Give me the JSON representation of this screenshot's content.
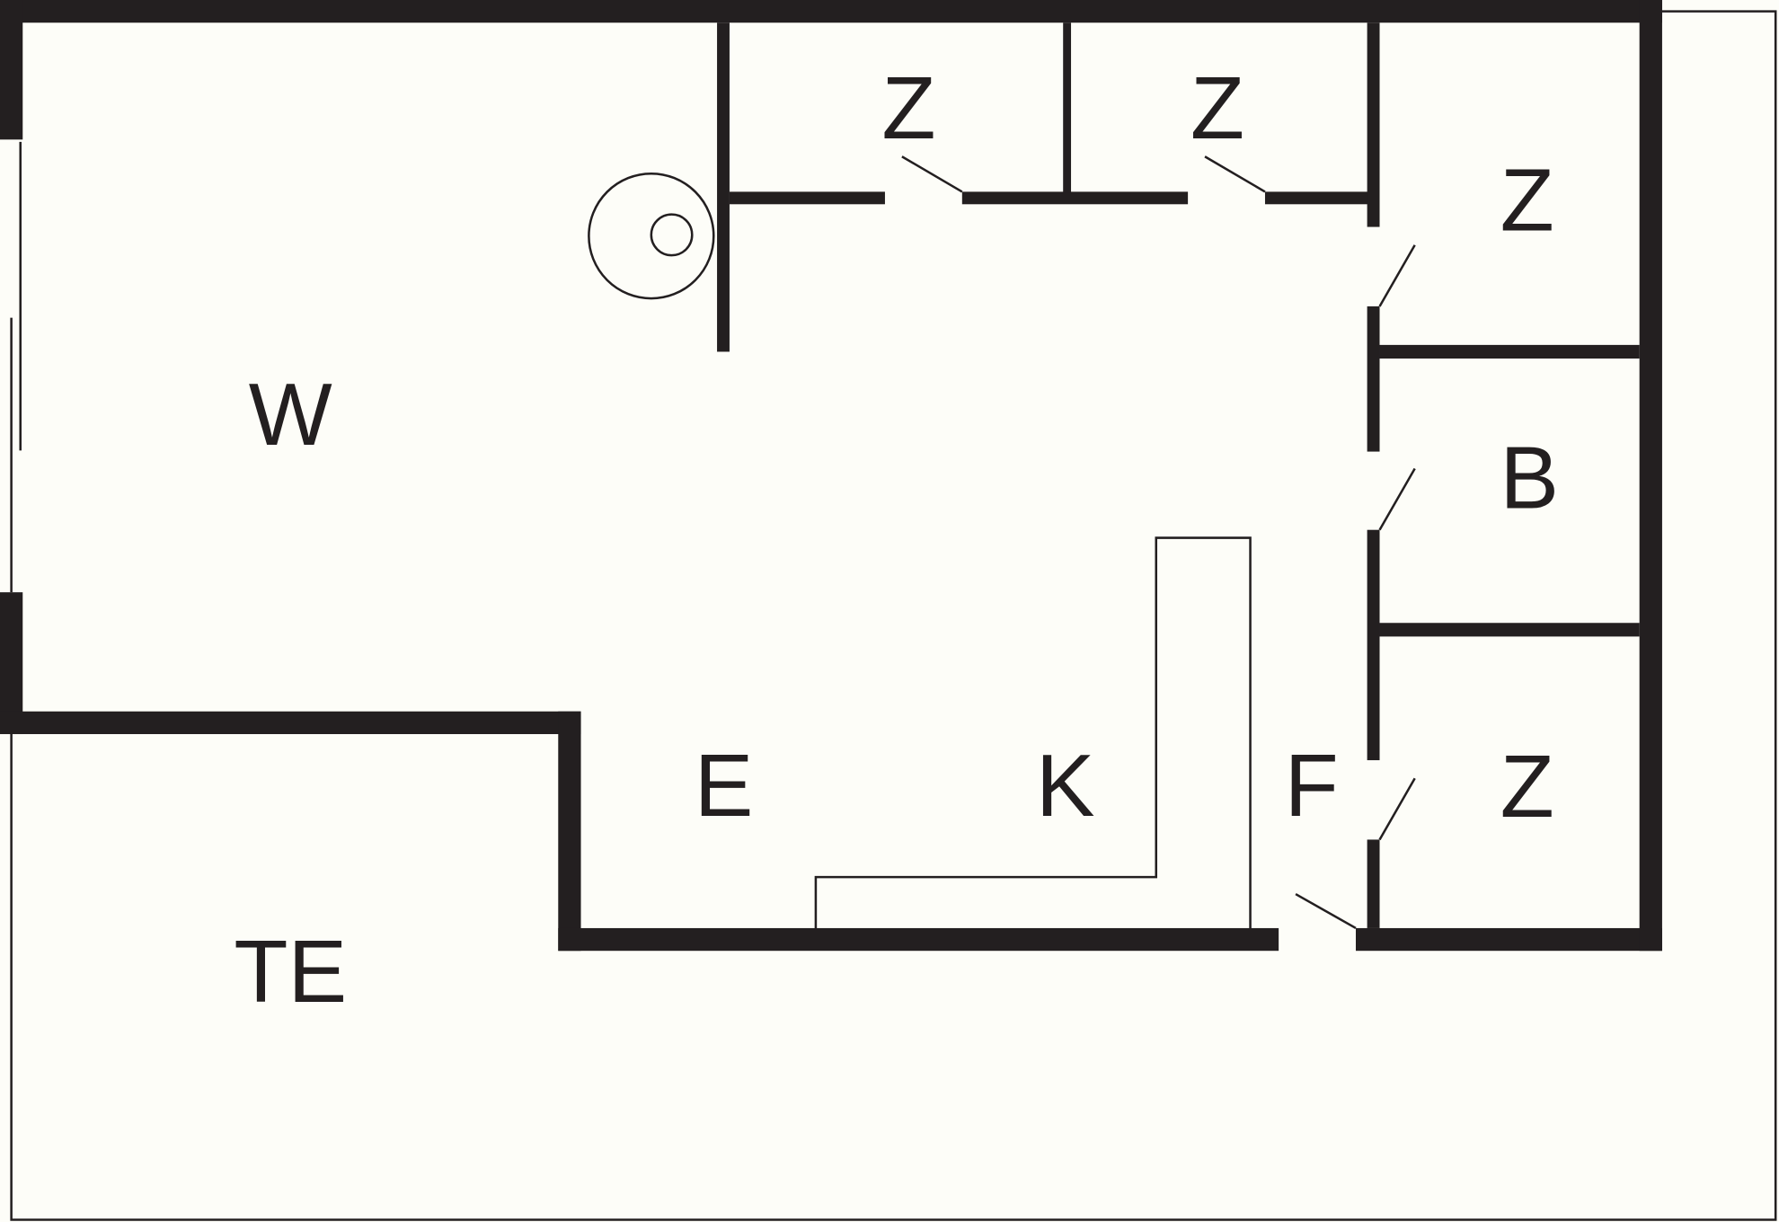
{
  "plan": {
    "rooms": [
      {
        "key": "z1",
        "label": "Z"
      },
      {
        "key": "z2",
        "label": "Z"
      },
      {
        "key": "z3",
        "label": "Z"
      },
      {
        "key": "b",
        "label": "B"
      },
      {
        "key": "z4",
        "label": "Z"
      },
      {
        "key": "w",
        "label": "W"
      },
      {
        "key": "e",
        "label": "E"
      },
      {
        "key": "k",
        "label": "K"
      },
      {
        "key": "f",
        "label": "F"
      },
      {
        "key": "te",
        "label": "TE"
      }
    ]
  },
  "colors": {
    "wall": "#231f20",
    "background": "#fdfdf8"
  }
}
